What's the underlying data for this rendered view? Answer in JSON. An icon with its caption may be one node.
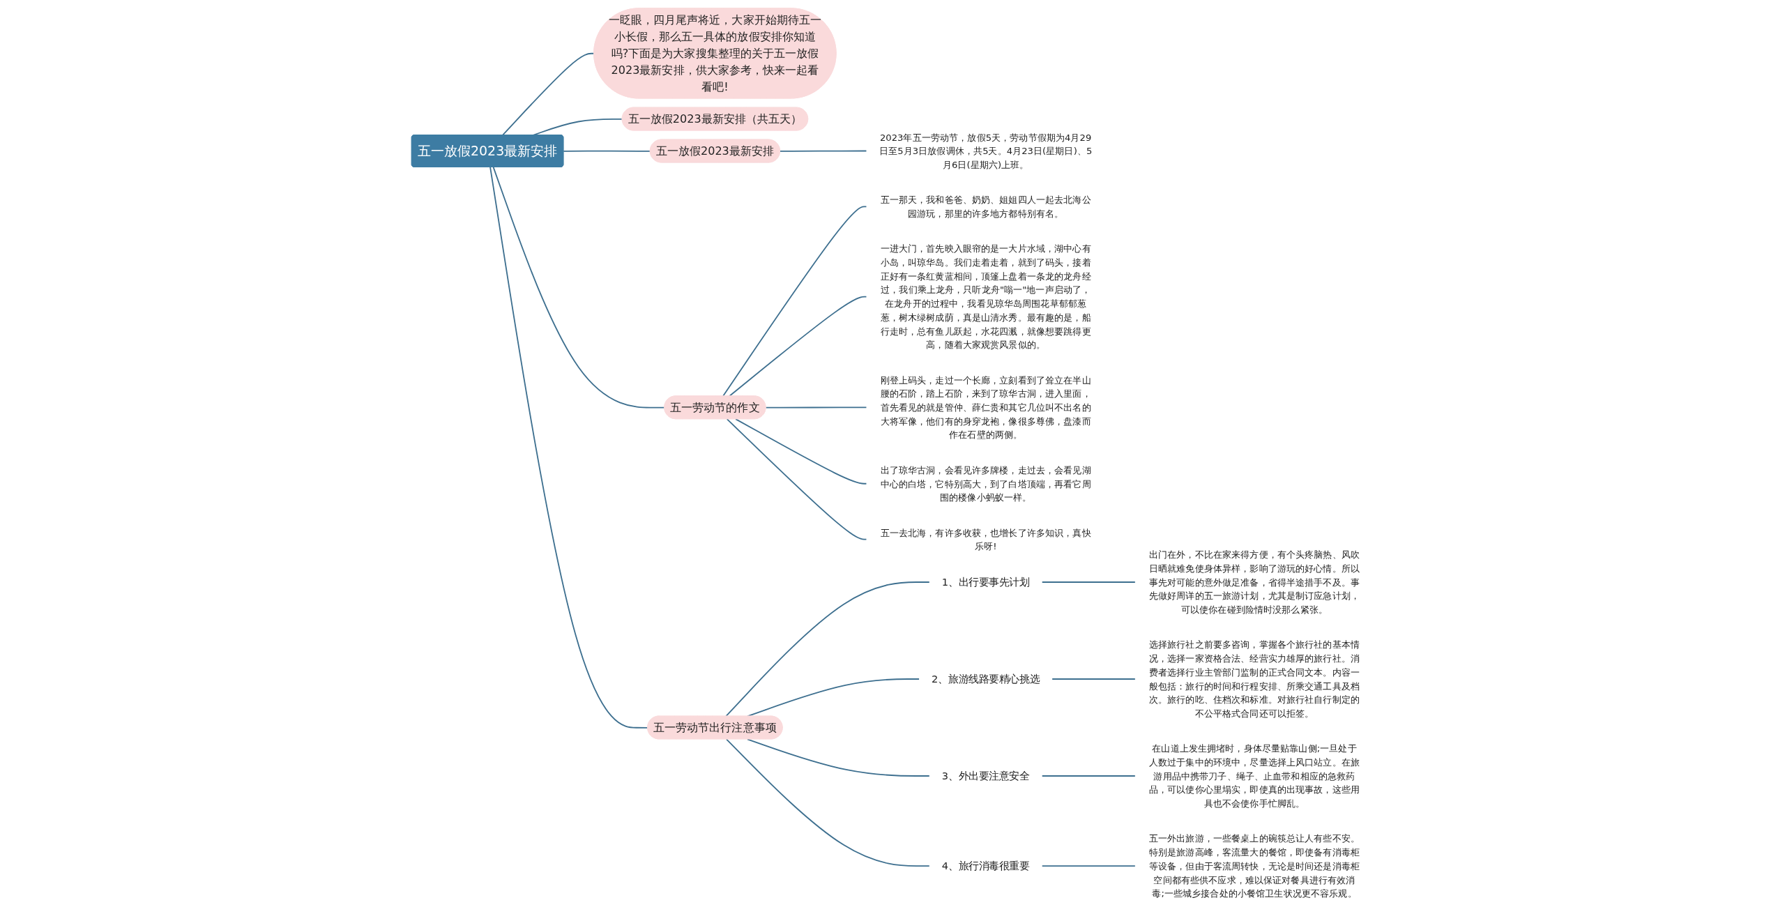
{
  "diagram": {
    "nodes": [
      {
        "text": [
          "五一放假2023最新安排"
        ]
      },
      {
        "text": [
          "一眨眼，四月尾声将近，大家开始期待五一小长假，那么五一具体的放假安排你知道吗?下面是为大家搜集整理的关于五一放假2023最新安排，供大家参考，快来一起看看吧!"
        ]
      },
      {
        "text": [
          "五一放假2023最新安排（共五天）"
        ]
      },
      {
        "text": [
          "五一放假2023最新安排"
        ]
      },
      {
        "text": [
          "2023年五一劳动节，放假5天，劳动节假期为4月29日至5月3日放假调休，共5天。4月23日(星期日)、5月6日(星期六)上班。"
        ]
      },
      {
        "text": [
          "五一劳动节的作文"
        ]
      },
      {
        "text": [
          "五一那天，我和爸爸、奶奶、姐姐四人一起去北海公园游玩，那里的许多地方都特别有名。"
        ]
      },
      {
        "text": [
          "一进大门，首先映入眼帘的是一大片水域，湖中心有小岛，叫琼华岛。我们走着走着，就到了码头，接着正好有一条红黄蓝相间，顶篷上盘着一条龙的龙舟经过，我们乘上龙舟，只听龙舟\"嗡一\"地一声启动了，在龙舟开的过程中，我看见琼华岛周围花草郁郁葱葱，树木绿树成荫，真是山清水秀。最有趣的是，船行走时，总有鱼儿跃起，水花四溅，就像想要跳得更高，随着大家观赏风景似的。"
        ]
      },
      {
        "text": [
          "刚登上码头，走过一个长廊，立刻看到了耸立在半山腰的石阶，踏上石阶，来到了琼华古洞，进入里面，首先看见的就是管仲、薛仁贵和其它几位叫不出名的大将军像，他们有的身穿龙袍，像很多尊佛，盘漆而作在石壁的两侧。"
        ]
      },
      {
        "text": [
          "出了琼华古洞，会看见许多牌楼，走过去，会看见湖中心的白塔，它特别高大，到了白塔顶端，再看它周围的楼像小蚂蚁一样。"
        ]
      },
      {
        "text": [
          "五一去北海，有许多收获，也增长了许多知识，真快乐呀!"
        ]
      },
      {
        "text": [
          "五一劳动节出行注意事项"
        ]
      },
      {
        "text": [
          "1、出行要事先计划"
        ]
      },
      {
        "text": [
          "出门在外，不比在家来得方便，有个头疼脑热、风吹日晒就难免使身体异样，影响了游玩的好心情。所以事先对可能的意外做足准备，省得半途措手不及。事先做好周详的五一旅游计划，尤其是制订应急计划，可以使你在碰到险情时没那么紧张。"
        ]
      },
      {
        "text": [
          "2、旅游线路要精心挑选"
        ]
      },
      {
        "text": [
          "选择旅行社之前要多咨询，掌握各个旅行社的基本情况，选择一家资格合法、经营实力雄厚的旅行社。消费者选择行业主管部门监制的正式合同文本。内容一般包括：旅行的时间和行程安排、所乘交通工具及档次。旅行的吃、住档次和标准。对旅行社自行制定的不公平格式合同还可以拒签。"
        ]
      },
      {
        "text": [
          "3、外出要注意安全"
        ]
      },
      {
        "text": [
          "在山道上发生拥堵时，身体尽量贴靠山侧;一旦处于人数过于集中的环境中，尽量选择上风口站立。在旅游用品中携带刀子、绳子、止血带和相应的急救药品，可以使你心里塌实，即使真的出现事故，这些用具也不会使你手忙脚乱。"
        ]
      },
      {
        "text": [
          "4、旅行消毒很重要"
        ]
      },
      {
        "text": [
          "五一外出旅游，一些餐桌上的碗筷总让人有些不安。特别是旅游高峰，客流量大的餐馆，即使备有消毒柜等设备，但由于客流周转快，无论是时间还是消毒柜空间都有些供不应求，难以保证对餐具进行有效消毒;一些城乡接合处的小餐馆卫生状况更不容乐观。"
        ]
      }
    ],
    "edges": [
      {
        "from": 0,
        "to": 1,
        "arrow": "none"
      },
      {
        "from": 0,
        "to": 2,
        "arrow": "none"
      },
      {
        "from": 0,
        "to": 3,
        "arrow": "none"
      },
      {
        "from": 3,
        "to": 4,
        "arrow": "none"
      },
      {
        "from": 0,
        "to": 5,
        "arrow": "none"
      },
      {
        "from": 5,
        "to": 6,
        "arrow": "none"
      },
      {
        "from": 5,
        "to": 7,
        "arrow": "none"
      },
      {
        "from": 5,
        "to": 8,
        "arrow": "none"
      },
      {
        "from": 5,
        "to": 9,
        "arrow": "none"
      },
      {
        "from": 5,
        "to": 10,
        "arrow": "none"
      },
      {
        "from": 0,
        "to": 11,
        "arrow": "none"
      },
      {
        "from": 11,
        "to": 12,
        "arrow": "none"
      },
      {
        "from": 12,
        "to": 13,
        "arrow": "none"
      },
      {
        "from": 11,
        "to": 14,
        "arrow": "none"
      },
      {
        "from": 14,
        "to": 15,
        "arrow": "none"
      },
      {
        "from": 11,
        "to": 16,
        "arrow": "none"
      },
      {
        "from": 16,
        "to": 17,
        "arrow": "none"
      },
      {
        "from": 11,
        "to": 18,
        "arrow": "none"
      },
      {
        "from": 18,
        "to": 19,
        "arrow": "none"
      }
    ]
  }
}
